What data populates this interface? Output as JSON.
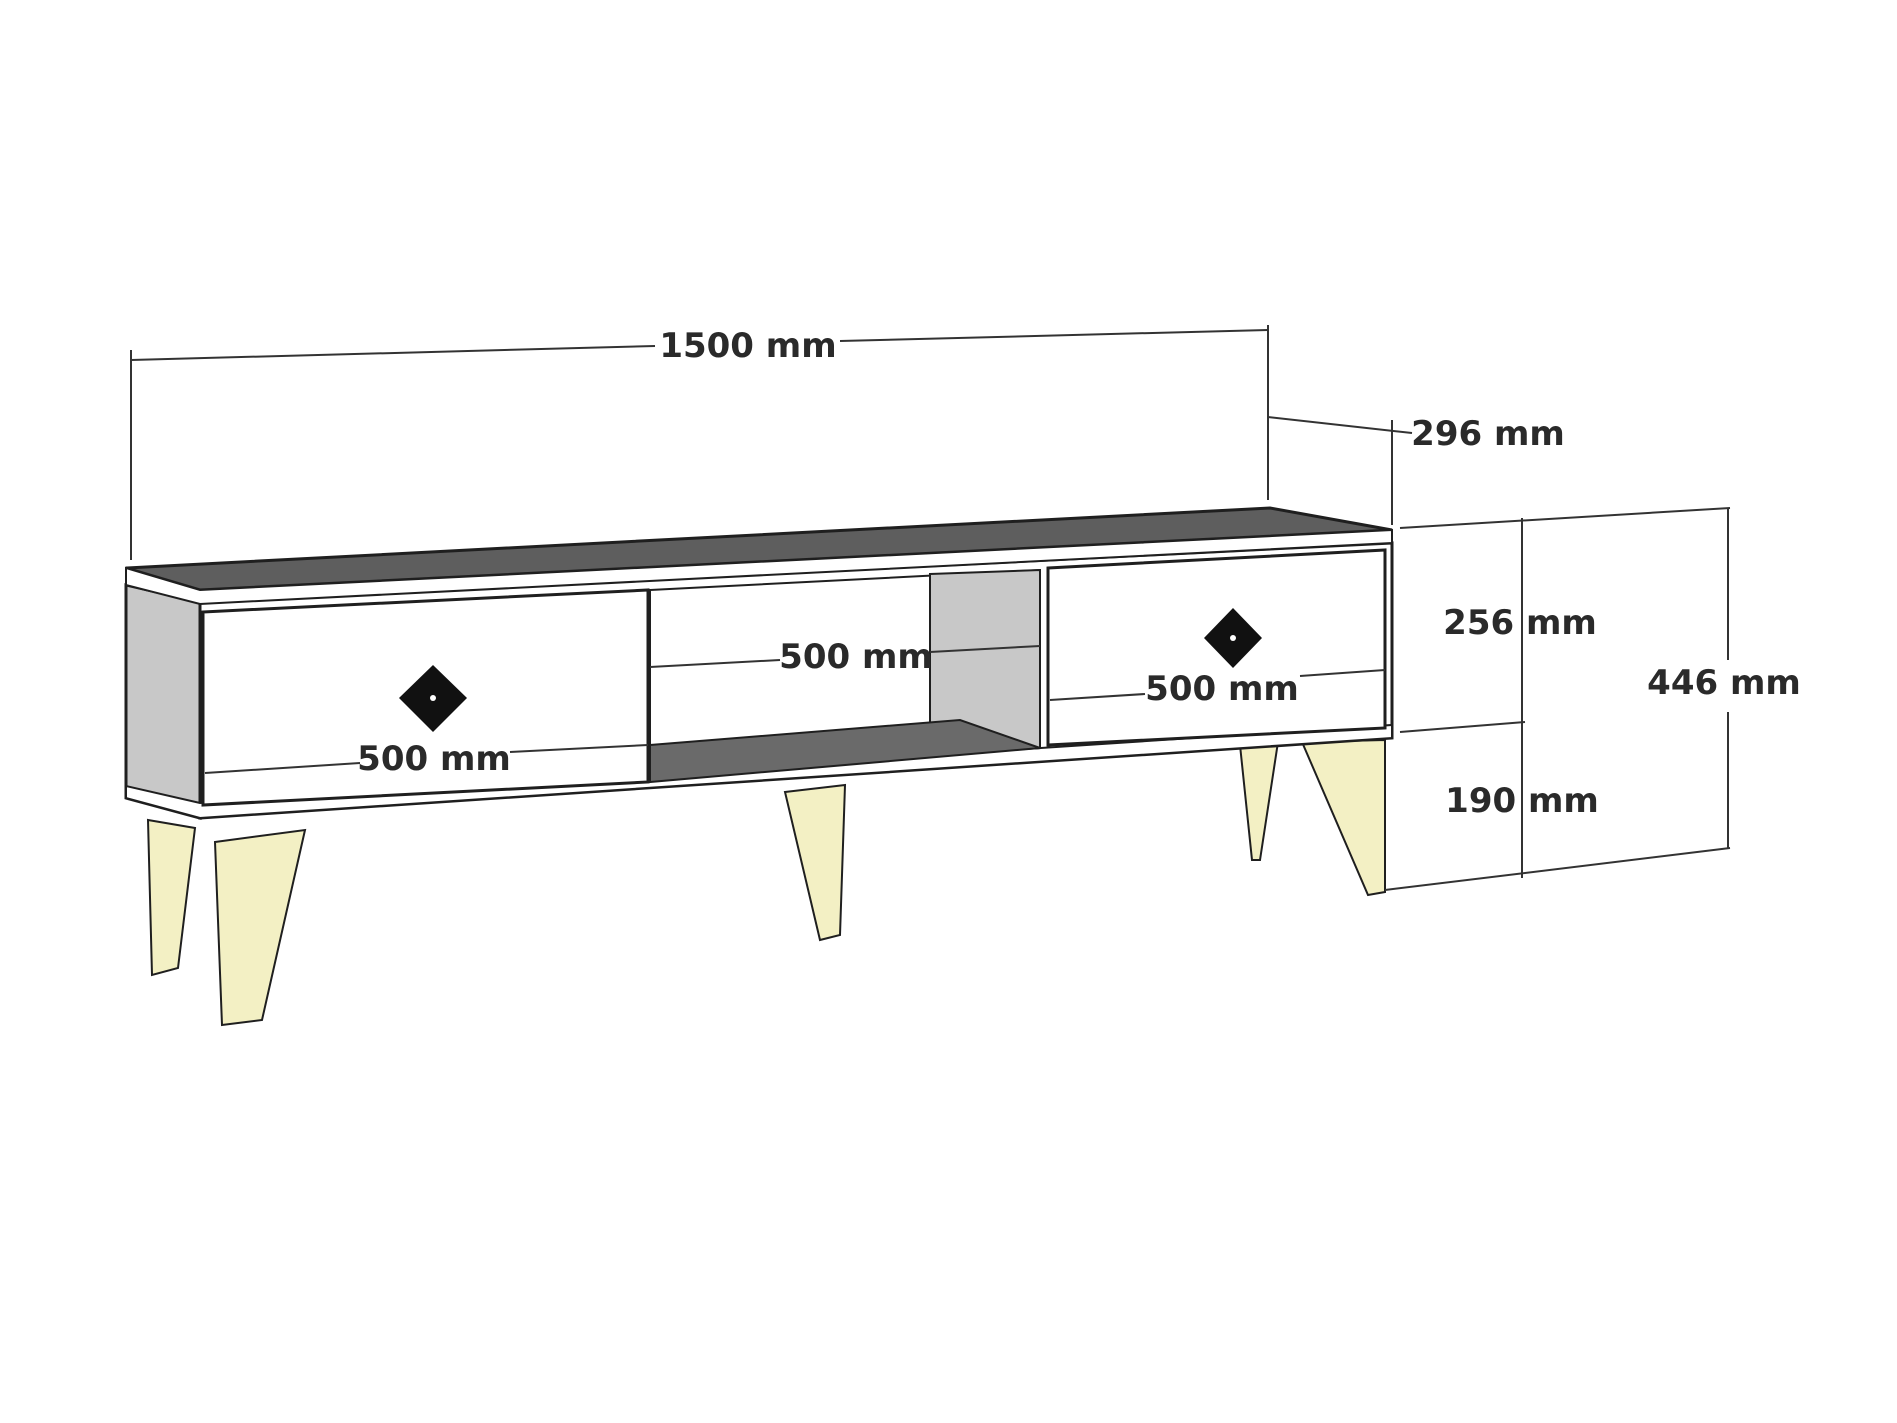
{
  "dimensions": {
    "width": "1500 mm",
    "depth": "296 mm",
    "cabinet_height": "256 mm",
    "total_height": "446 mm",
    "leg_height": "190 mm",
    "left_door_width": "500 mm",
    "middle_shelf_width": "500 mm",
    "right_door_width": "500 mm"
  },
  "colors": {
    "background": "#ffffff",
    "body": "#ffffff",
    "top_surface": "#5e5e5e",
    "inner_side": "#c8c8c8",
    "shelf_floor": "#6a6a6a",
    "legs": "#f3f0c4",
    "handle": "#111111"
  }
}
